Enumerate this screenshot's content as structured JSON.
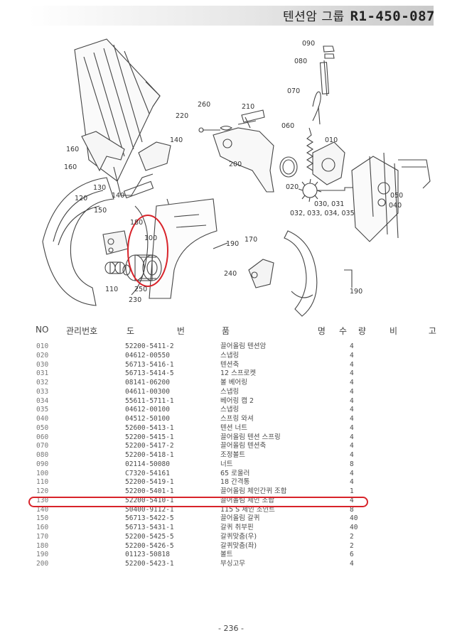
{
  "header": {
    "title_ko": "텐션암 그룹",
    "code": "R1-450-087"
  },
  "callouts": [
    "010",
    "020",
    "030, 031",
    "032, 033, 034, 035",
    "040",
    "050",
    "060",
    "070",
    "080",
    "090",
    "100",
    "110",
    "120",
    "130",
    "140",
    "140",
    "150",
    "160",
    "160",
    "170",
    "180",
    "190",
    "190",
    "200",
    "210",
    "220",
    "230",
    "240",
    "250",
    "260"
  ],
  "table": {
    "headers": [
      "NO",
      "관리번호",
      "도 번",
      "품 명",
      "수 량",
      "비 고"
    ],
    "rows": [
      {
        "no": "010",
        "part": "52200-5411-2",
        "name": "끌어올림 텐션암",
        "qty": "4"
      },
      {
        "no": "020",
        "part": "04612-00550",
        "name": "스냅링",
        "qty": "4"
      },
      {
        "no": "030",
        "part": "56713-5416-1",
        "name": "텐션축",
        "qty": "4"
      },
      {
        "no": "031",
        "part": "56713-5414-5",
        "name": "12 스프로켓",
        "qty": "4"
      },
      {
        "no": "032",
        "part": "08141-06200",
        "name": "볼 베어링",
        "qty": "4"
      },
      {
        "no": "033",
        "part": "04611-00300",
        "name": "스냅링",
        "qty": "4"
      },
      {
        "no": "034",
        "part": "55611-5711-1",
        "name": "베어링 캡 2",
        "qty": "4"
      },
      {
        "no": "035",
        "part": "04612-00100",
        "name": "스냅링",
        "qty": "4"
      },
      {
        "no": "040",
        "part": "04512-50100",
        "name": "스프링 와셔",
        "qty": "4"
      },
      {
        "no": "050",
        "part": "52600-5413-1",
        "name": "텐션 너트",
        "qty": "4"
      },
      {
        "no": "060",
        "part": "52200-5415-1",
        "name": "끌어올림 텐션 스프링",
        "qty": "4"
      },
      {
        "no": "070",
        "part": "52200-5417-2",
        "name": "끌어올림 텐션축",
        "qty": "4"
      },
      {
        "no": "080",
        "part": "52200-5418-1",
        "name": "조정볼트",
        "qty": "4"
      },
      {
        "no": "090",
        "part": "02114-50080",
        "name": "너트",
        "qty": "8"
      },
      {
        "no": "100",
        "part": "C7320-54161",
        "name": "65 로울러",
        "qty": "4"
      },
      {
        "no": "110",
        "part": "52200-5419-1",
        "name": "18 간격통",
        "qty": "4"
      },
      {
        "no": "120",
        "part": "52200-5401-1",
        "name": "끌어올림 체인간퀴 조합",
        "qty": "1"
      },
      {
        "no": "130",
        "part": "52200-5410-1",
        "name": "끌어올림 체인 조합",
        "qty": "4"
      },
      {
        "no": "140",
        "part": "50400-9112-1",
        "name": "115 S 체인 조인트",
        "qty": "8"
      },
      {
        "no": "150",
        "part": "56713-5422-5",
        "name": "끌어올림 갈퀴",
        "qty": "40"
      },
      {
        "no": "160",
        "part": "56713-5431-1",
        "name": "갈퀴 취부핀",
        "qty": "40"
      },
      {
        "no": "170",
        "part": "52200-5425-5",
        "name": "갈퀴맞춤(우)",
        "qty": "2"
      },
      {
        "no": "180",
        "part": "52200-5426-5",
        "name": "갈퀴맞춤(좌)",
        "qty": "2"
      },
      {
        "no": "190",
        "part": "01123-50818",
        "name": "볼트",
        "qty": "6"
      },
      {
        "no": "200",
        "part": "52200-5423-1",
        "name": "부싱고무",
        "qty": "4"
      }
    ]
  },
  "page_number": "- 236 -",
  "colors": {
    "highlight": "#d8232a",
    "ink": "#333333"
  }
}
